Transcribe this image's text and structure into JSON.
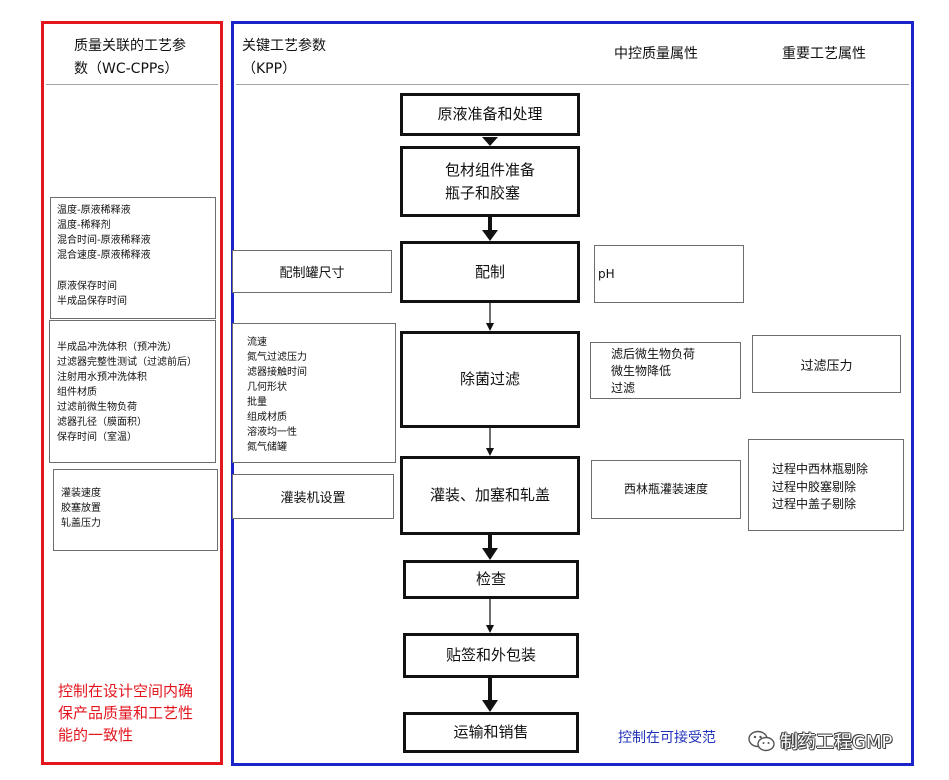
{
  "wc_cpps": {
    "header": [
      "质量关联的工艺参",
      "数（WC-CPPs）"
    ],
    "formulation_params": {
      "mixing": [
        "温度-原液稀释液",
        "温度-稀释剂",
        "混合时间-原液稀释液",
        "混合速度-原液稀释液"
      ],
      "hold": [
        "原液保存时间",
        "半成品保存时间"
      ]
    },
    "filtration_params": [
      "半成品冲洗体积（预冲洗）",
      "过滤器完整性测试（过滤前后）",
      "注射用水预冲洗体积",
      "组件材质",
      "过滤前微生物负荷",
      "滤器孔径（膜面积）",
      "保存时间（室温）"
    ],
    "filling_params": [
      "灌装速度",
      "胶塞放置",
      "轧盖压力"
    ],
    "note": [
      "控制在设计空间内确",
      "保产品质量和工艺性",
      "能的一致性"
    ]
  },
  "kpp": {
    "header": [
      "关键工艺参数",
      "（KPP）"
    ],
    "formulation": "配制罐尺寸",
    "filtration": [
      "流速",
      "氮气过滤压力",
      "滤器接触时间",
      "几何形状",
      "批量",
      "组成材质",
      "溶液均一性",
      "氮气储罐"
    ],
    "filling": "灌装机设置"
  },
  "ipc": {
    "header": "中控质量属性",
    "formulation": "pH",
    "filtration": [
      "滤后微生物负荷",
      "微生物降低",
      "过滤"
    ],
    "filling": "西林瓶灌装速度"
  },
  "cpa": {
    "header": "重要工艺属性",
    "filtration": "过滤压力",
    "filling": [
      "过程中西林瓶剔除",
      "过程中胶塞剔除",
      "过程中盖子剔除"
    ]
  },
  "process_steps": [
    {
      "lines": [
        "原液准备和处理"
      ]
    },
    {
      "lines": [
        "包材组件准备",
        "瓶子和胶塞"
      ]
    },
    {
      "lines": [
        "配制"
      ]
    },
    {
      "lines": [
        "除菌过滤"
      ]
    },
    {
      "lines": [
        "灌装、加塞和轧盖"
      ]
    },
    {
      "lines": [
        "检查"
      ]
    },
    {
      "lines": [
        "贴签和外包装"
      ]
    },
    {
      "lines": [
        "运输和销售"
      ]
    }
  ],
  "footer_note": "控制在可接受范",
  "watermark": "制药工程GMP",
  "colors": {
    "wc_cpps_frame": "#e3161e",
    "kpp_frame": "#1a24c9",
    "note_red": "#e3161e",
    "note_blue": "#2233bb"
  }
}
